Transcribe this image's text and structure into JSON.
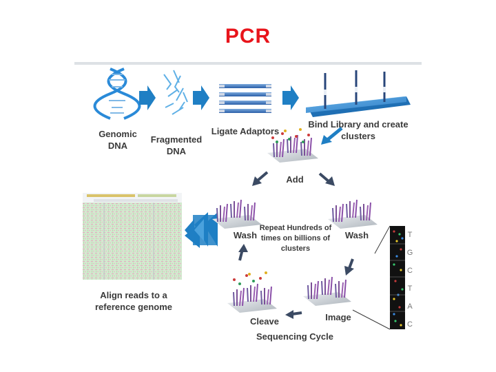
{
  "title": "PCR",
  "labels": {
    "genomic_dna": "Genomic\nDNA",
    "fragmented_dna": "Fragmented\nDNA",
    "ligate_adaptors": "Ligate Adaptors",
    "bind_library": "Bind Library and create\nclusters",
    "add": "Add",
    "wash_left": "Wash",
    "wash_right": "Wash",
    "repeat": "Repeat Hundreds of\ntimes on billions of\nclusters",
    "image": "Image",
    "cleave": "Cleave",
    "sequencing_cycle": "Sequencing Cycle",
    "align_reads": "Align reads to a\nreference genome"
  },
  "base_letters": [
    "T",
    "G",
    "C",
    "T",
    "A",
    "C"
  ],
  "colors": {
    "title": "#e8141b",
    "arrow_blue": "#1f7fc4",
    "dna_blue": "#2a8ad8",
    "label_text": "#3a3a3a",
    "cycle_arrow": "#3b4a63",
    "alignment_green": "#c8e6c3",
    "alignment_pink": "#e8b3c3"
  }
}
